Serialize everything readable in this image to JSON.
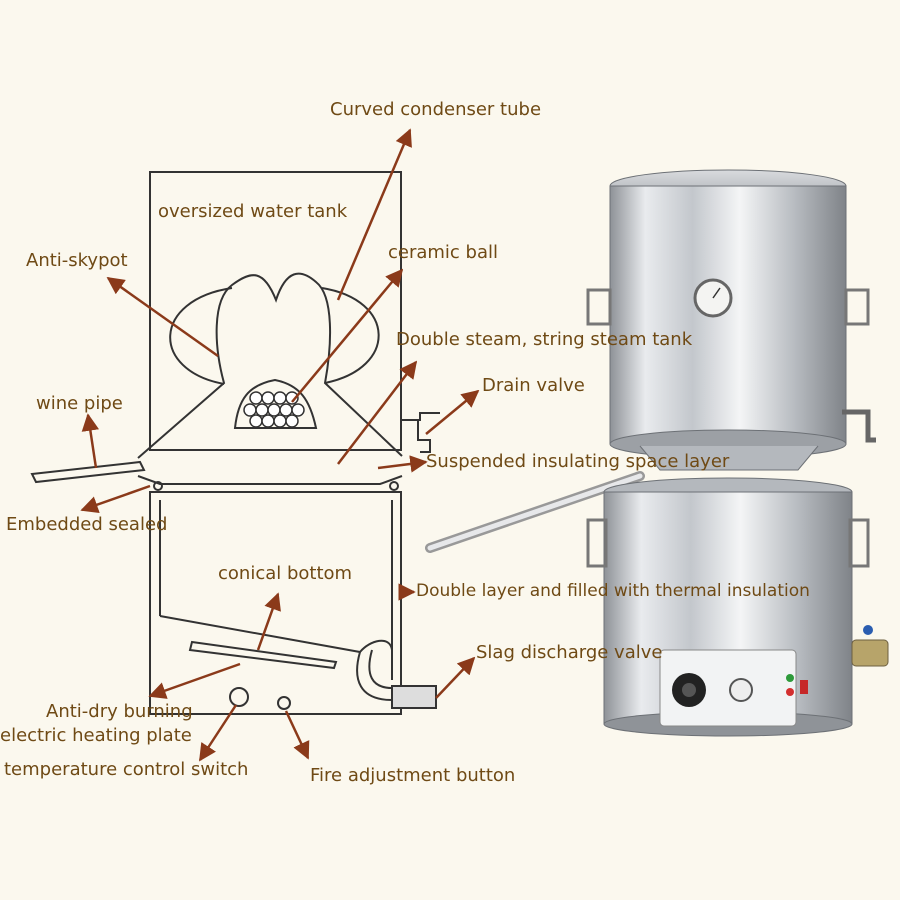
{
  "labels": {
    "condenser": "Curved condenser tube",
    "water_tank": "oversized water tank",
    "anti_skypot": "Anti-skypot",
    "ceramic_ball": "ceramic ball",
    "double_steam": "Double steam, string steam tank",
    "wine_pipe": "wine pipe",
    "drain_valve": "Drain valve",
    "suspended_layer": "Suspended insulating space layer",
    "embedded_sealed": "Embedded sealed",
    "conical_bottom": "conical bottom",
    "double_layer": "Double layer and filled with thermal insulation",
    "slag_valve": "Slag discharge valve",
    "anti_dry": "Anti-dry burning",
    "heating_plate": "electric heating plate",
    "temp_switch": "temperature control switch",
    "fire_button": "Fire adjustment button"
  },
  "colors": {
    "background": "#fbf8ee",
    "label_text": "#6f4a15",
    "arrow": "#8b3a1a",
    "outline": "#333333",
    "steel": "#c9ccd0"
  }
}
